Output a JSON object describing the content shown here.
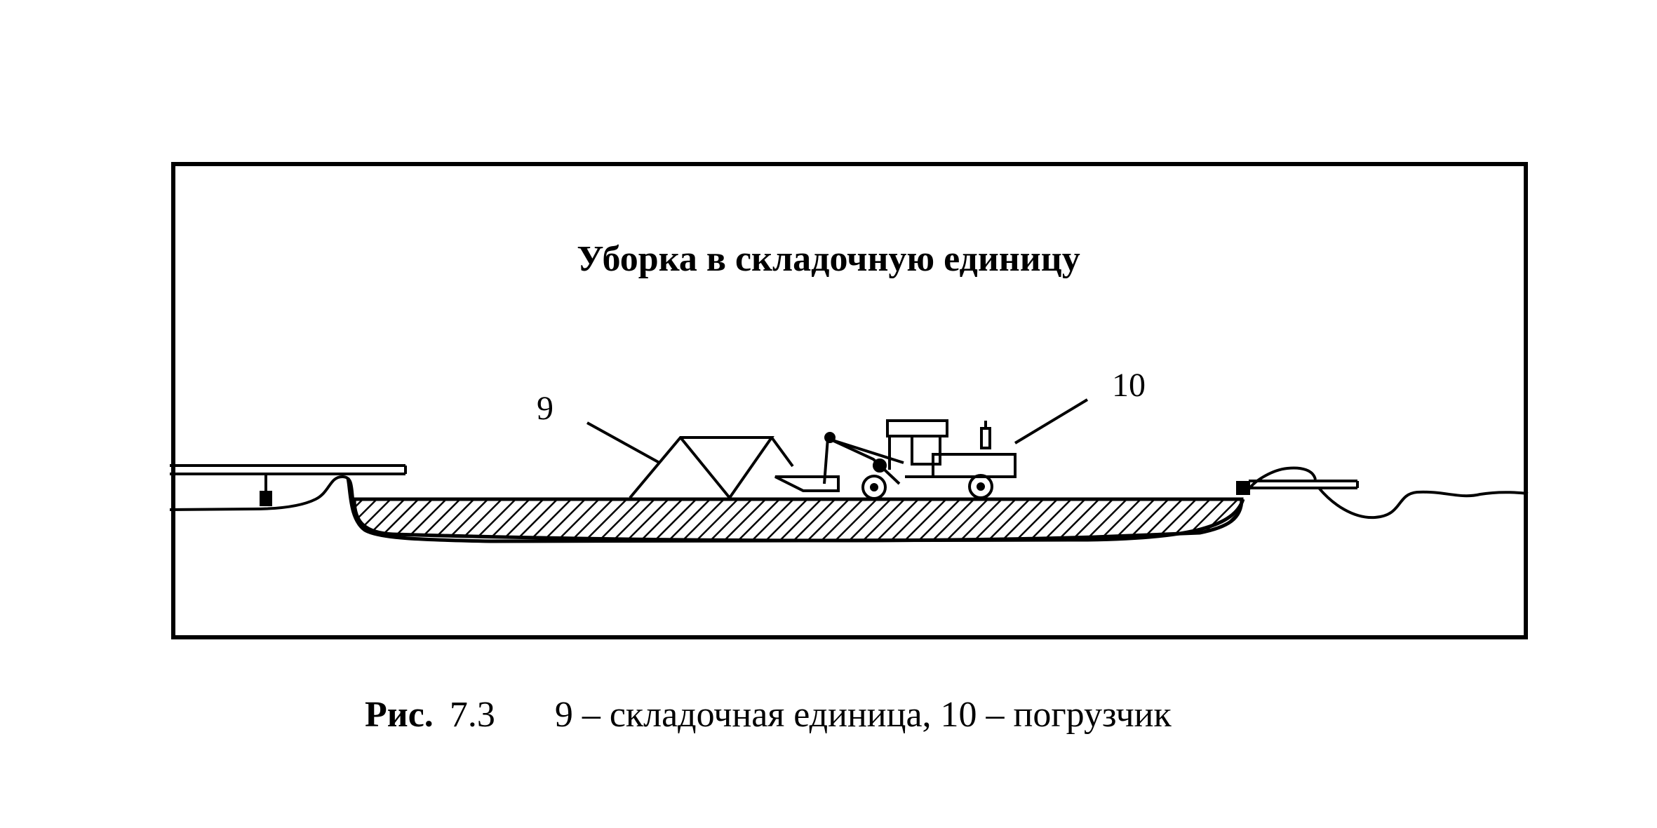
{
  "title": "Уборка в складочную единицу",
  "callouts": {
    "item_9": "9",
    "item_10": "10"
  },
  "caption": {
    "label": "Рис.",
    "number": "7.3",
    "text": "9 – складочная единица, 10 – погрузчик"
  },
  "colors": {
    "ink": "#000000",
    "background": "#ffffff"
  }
}
